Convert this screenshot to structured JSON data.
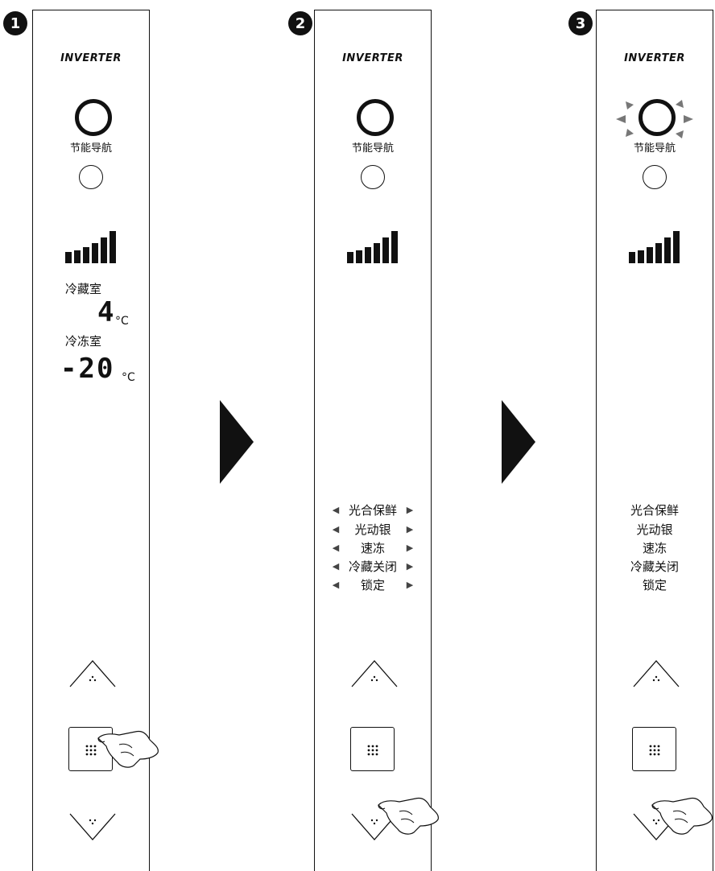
{
  "steps": [
    {
      "number": "1",
      "logo": "INVERTER",
      "ring_label": "节能导航",
      "fridge_label": "冷藏室",
      "fridge_temp": "4",
      "freezer_label": "冷冻室",
      "freezer_temp": "-20",
      "unit": "°C"
    },
    {
      "number": "2",
      "logo": "INVERTER",
      "ring_label": "节能导航",
      "menu": [
        "光合保鲜",
        "光动银",
        "速冻",
        "冷藏关闭",
        "锁定"
      ]
    },
    {
      "number": "3",
      "logo": "INVERTER",
      "ring_label": "节能导航",
      "menu": [
        "光合保鲜",
        "光动银",
        "速冻",
        "冷藏关闭",
        "锁定"
      ]
    }
  ],
  "icons": {
    "left_marker": "left-triangle",
    "right_marker": "right-triangle"
  },
  "colors": {
    "ink": "#111111"
  }
}
